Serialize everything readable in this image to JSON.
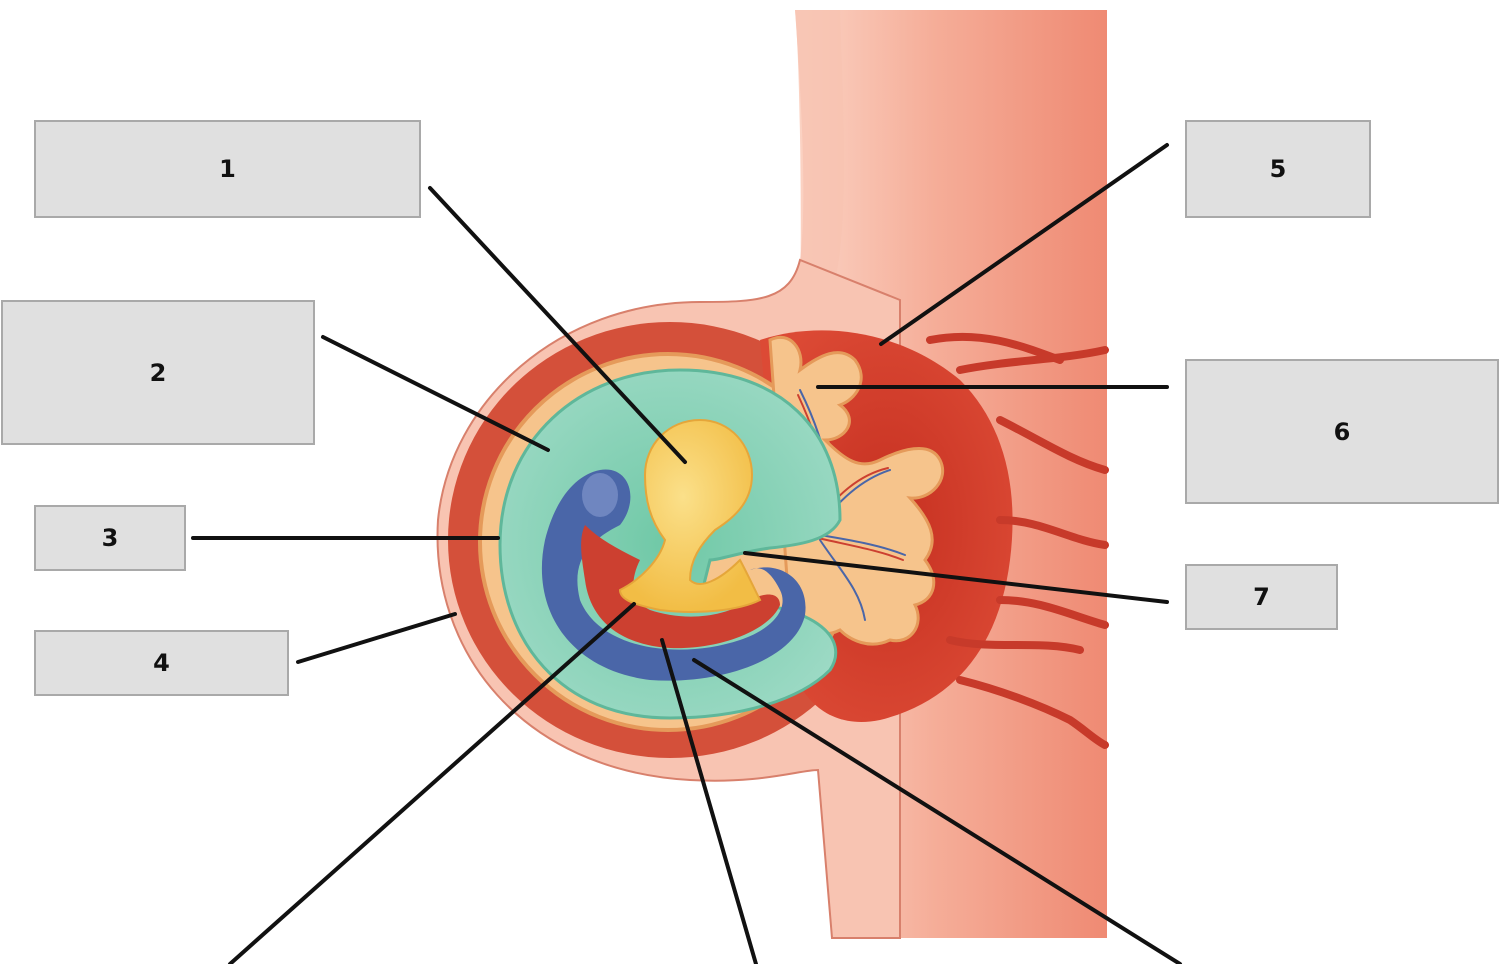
{
  "labels": {
    "box_1": "1",
    "box_2": "2",
    "box_3": "3",
    "box_4": "4",
    "box_5": "5",
    "box_6": "6",
    "box_7": "7"
  },
  "colors": {
    "uterine_wall": "#f2a08a",
    "decidua": "#d4503a",
    "chorion": "#f6c48c",
    "amnion": "#8fd5bd",
    "yolk_sac": "#f5c64f",
    "blue_layer": "#4a66a8",
    "red_layer": "#cc4030",
    "label_box_fill": "#e0e0e0",
    "label_box_border": "#a9a9a9",
    "leader_line": "#111111"
  }
}
